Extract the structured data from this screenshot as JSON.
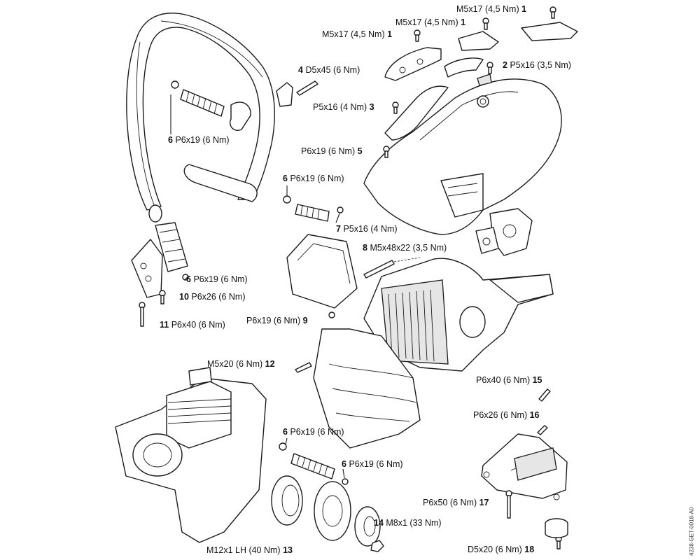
{
  "callouts": [
    {
      "id": "1a",
      "num": "1",
      "spec": "M5x17 (4,5 Nm)"
    },
    {
      "id": "1b",
      "num": "1",
      "spec": "M5x17 (4,5 Nm)"
    },
    {
      "id": "1c",
      "num": "1",
      "spec": "M5x17 (4,5 Nm)"
    },
    {
      "id": "2",
      "num": "2",
      "spec": "P5x16 (3,5 Nm)"
    },
    {
      "id": "3",
      "num": "3",
      "spec": "P5x16 (4 Nm)"
    },
    {
      "id": "4",
      "num": "4",
      "spec": "D5x45 (6 Nm)"
    },
    {
      "id": "5",
      "num": "5",
      "spec": "P6x19 (6 Nm)"
    },
    {
      "id": "6a",
      "num": "6",
      "spec": "P6x19 (6 Nm)"
    },
    {
      "id": "6b",
      "num": "6",
      "spec": "P6x19 (6 Nm)"
    },
    {
      "id": "6c",
      "num": "6",
      "spec": "P6x19 (6 Nm)"
    },
    {
      "id": "6d",
      "num": "6",
      "spec": "P6x19 (6 Nm)"
    },
    {
      "id": "6e",
      "num": "6",
      "spec": "P6x19 (6 Nm)"
    },
    {
      "id": "7",
      "num": "7",
      "spec": "P5x16 (4 Nm)"
    },
    {
      "id": "8",
      "num": "8",
      "spec": "M5x48x22 (3,5 Nm)"
    },
    {
      "id": "9",
      "num": "9",
      "spec": "P6x19 (6 Nm)"
    },
    {
      "id": "10",
      "num": "10",
      "spec": "P6x26 (6 Nm)"
    },
    {
      "id": "11",
      "num": "11",
      "spec": "P6x40 (6 Nm)"
    },
    {
      "id": "12",
      "num": "12",
      "spec": "M5x20 (6 Nm)"
    },
    {
      "id": "13",
      "num": "13",
      "spec": "M12x1 LH (40 Nm)"
    },
    {
      "id": "14",
      "num": "14",
      "spec": "M8x1 (33 Nm)"
    },
    {
      "id": "15",
      "num": "15",
      "spec": "P6x40 (6 Nm)"
    },
    {
      "id": "16",
      "num": "16",
      "spec": "P6x26 (6 Nm)"
    },
    {
      "id": "17",
      "num": "17",
      "spec": "P6x50 (6 Nm)"
    },
    {
      "id": "18",
      "num": "18",
      "spec": "D5x20 (6 Nm)"
    }
  ],
  "document_code": "4238-GET-0018-A0"
}
